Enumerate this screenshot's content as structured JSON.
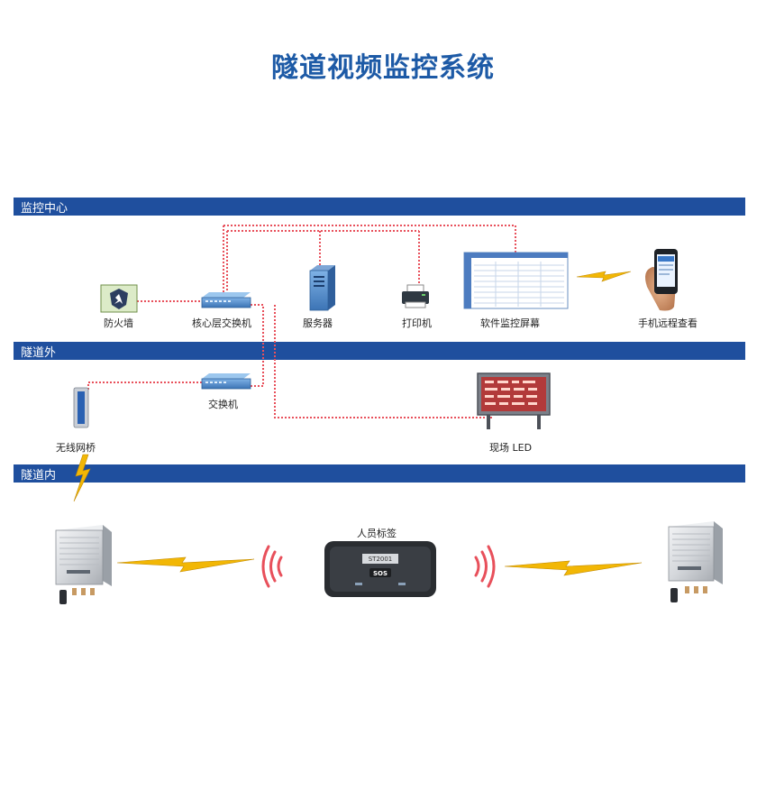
{
  "title": "隧道视频监控系统",
  "sections": {
    "monitor_center": "监控中心",
    "tunnel_outside": "隧道外",
    "tunnel_inside": "隧道内"
  },
  "nodes": {
    "firewall": "防火墙",
    "core_switch": "核心层交换机",
    "server": "服务器",
    "printer": "打印机",
    "software_screen": "软件监控屏幕",
    "mobile_view": "手机远程查看",
    "switch": "交换机",
    "wireless_bridge": "无线网桥",
    "led_screen": "现场 LED",
    "personnel_tag": "人员标签"
  },
  "tag_display": {
    "screen_text": "ST2001",
    "button_text": "SOS"
  },
  "colors": {
    "band": "#1f4f9e",
    "title": "#1d5aa6",
    "link": "#e8505b",
    "signal": "#f2b705"
  }
}
